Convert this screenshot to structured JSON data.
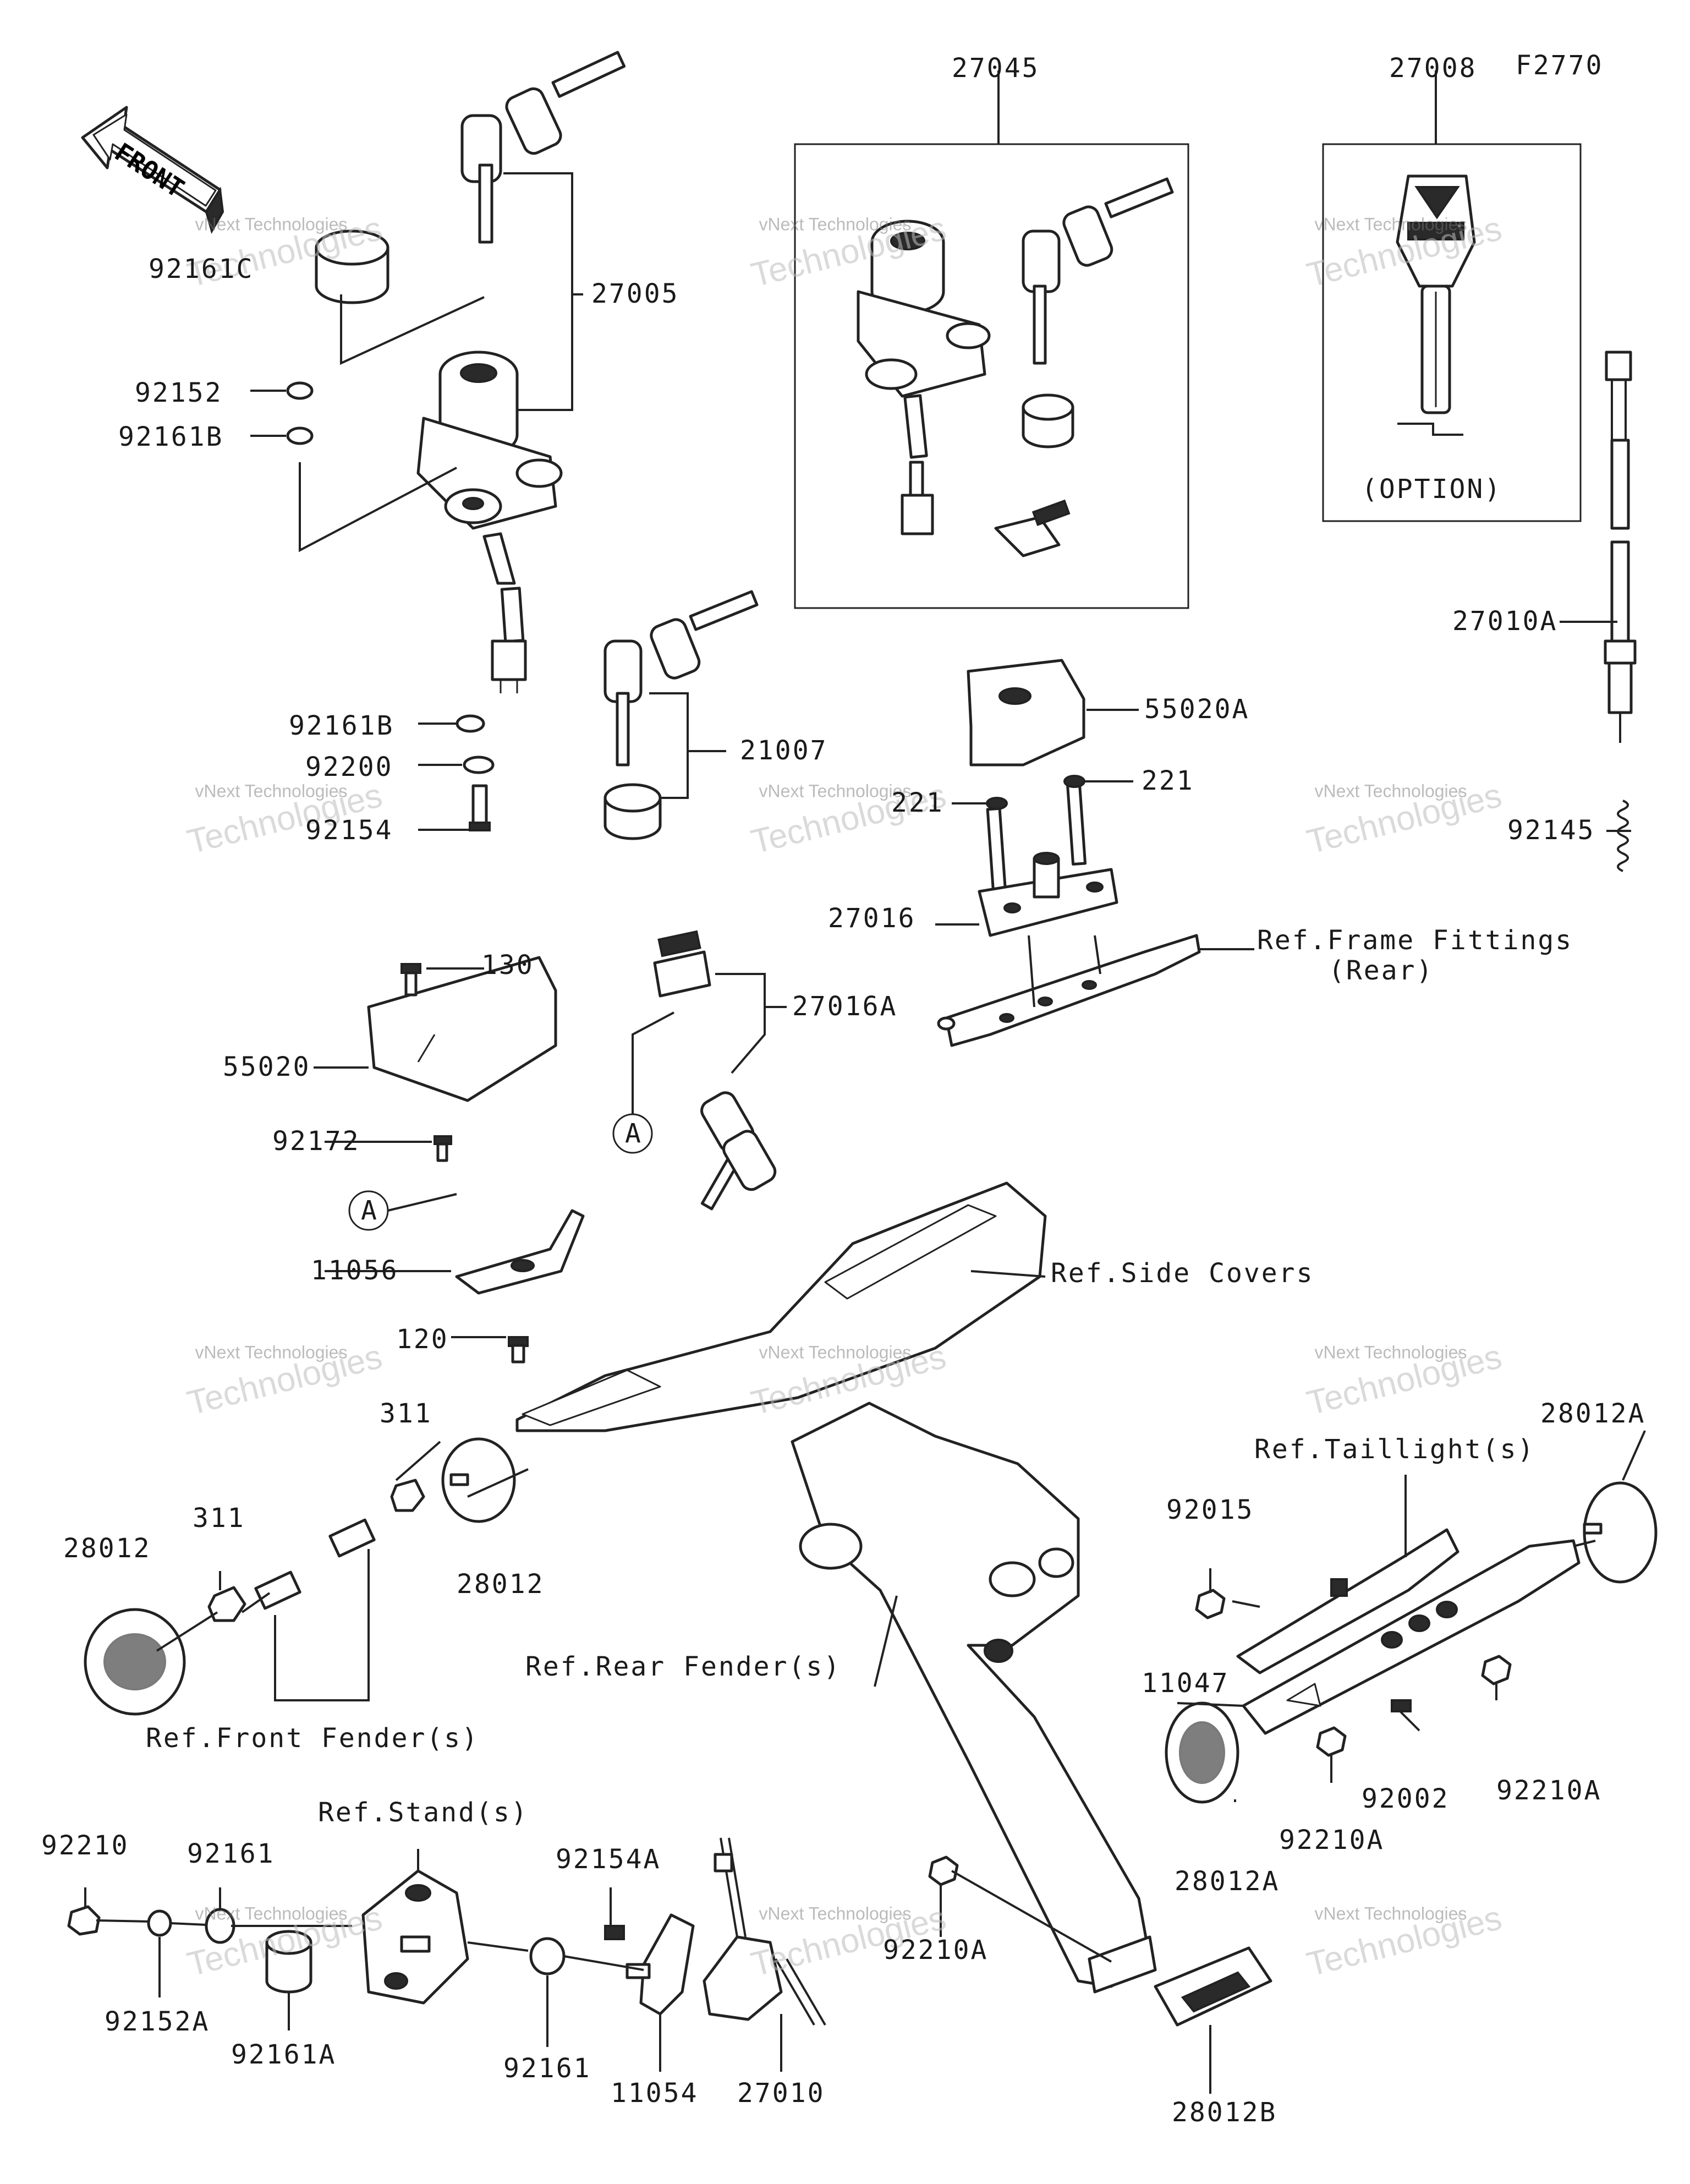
{
  "diagram_code": "F2770",
  "front_arrow_label": "FRONT",
  "option_note": "(OPTION)",
  "watermark": {
    "line1": "vNext Technologies",
    "line2": "Technologies",
    "brand": "vNext"
  },
  "callouts": {
    "p27045": "27045",
    "p27008": "27008",
    "p92161C": "92161C",
    "p27005": "27005",
    "p92152": "92152",
    "p92161B_top": "92161B",
    "p27010A": "27010A",
    "p55020A": "55020A",
    "p21007": "21007",
    "p92161B_mid": "92161B",
    "p92200": "92200",
    "p92154": "92154",
    "p221_left": "221",
    "p221_right": "221",
    "p92145": "92145",
    "p27016": "27016",
    "p130": "130",
    "ref_frame_1": "Ref.Frame Fittings",
    "ref_frame_2": "(Rear)",
    "p55020": "55020",
    "p27016A": "27016A",
    "circle_A_1": "A",
    "p92172": "92172",
    "circle_A_2": "A",
    "p11056": "11056",
    "ref_side_covers": "Ref.Side Covers",
    "p120": "120",
    "p311_top": "311",
    "p28012A_top": "28012A",
    "ref_taillight": "Ref.Taillight(s)",
    "p311_left": "311",
    "p92015": "92015",
    "p28012_left": "28012",
    "p28012_mid": "28012",
    "ref_rear_fender": "Ref.Rear Fender(s)",
    "p11047": "11047",
    "p92002": "92002",
    "p92210A_right": "92210A",
    "ref_front_fender": "Ref.Front Fender(s)",
    "p92210A_low": "92210A",
    "p28012A_low": "28012A",
    "ref_stand": "Ref.Stand(s)",
    "p92210": "92210",
    "p92161_top": "92161",
    "p92154A": "92154A",
    "p92210A_center": "92210A",
    "p92152A": "92152A",
    "p92161A": "92161A",
    "p92161_bottom": "92161",
    "p11054": "11054",
    "p27010": "27010",
    "p28012B": "28012B"
  }
}
